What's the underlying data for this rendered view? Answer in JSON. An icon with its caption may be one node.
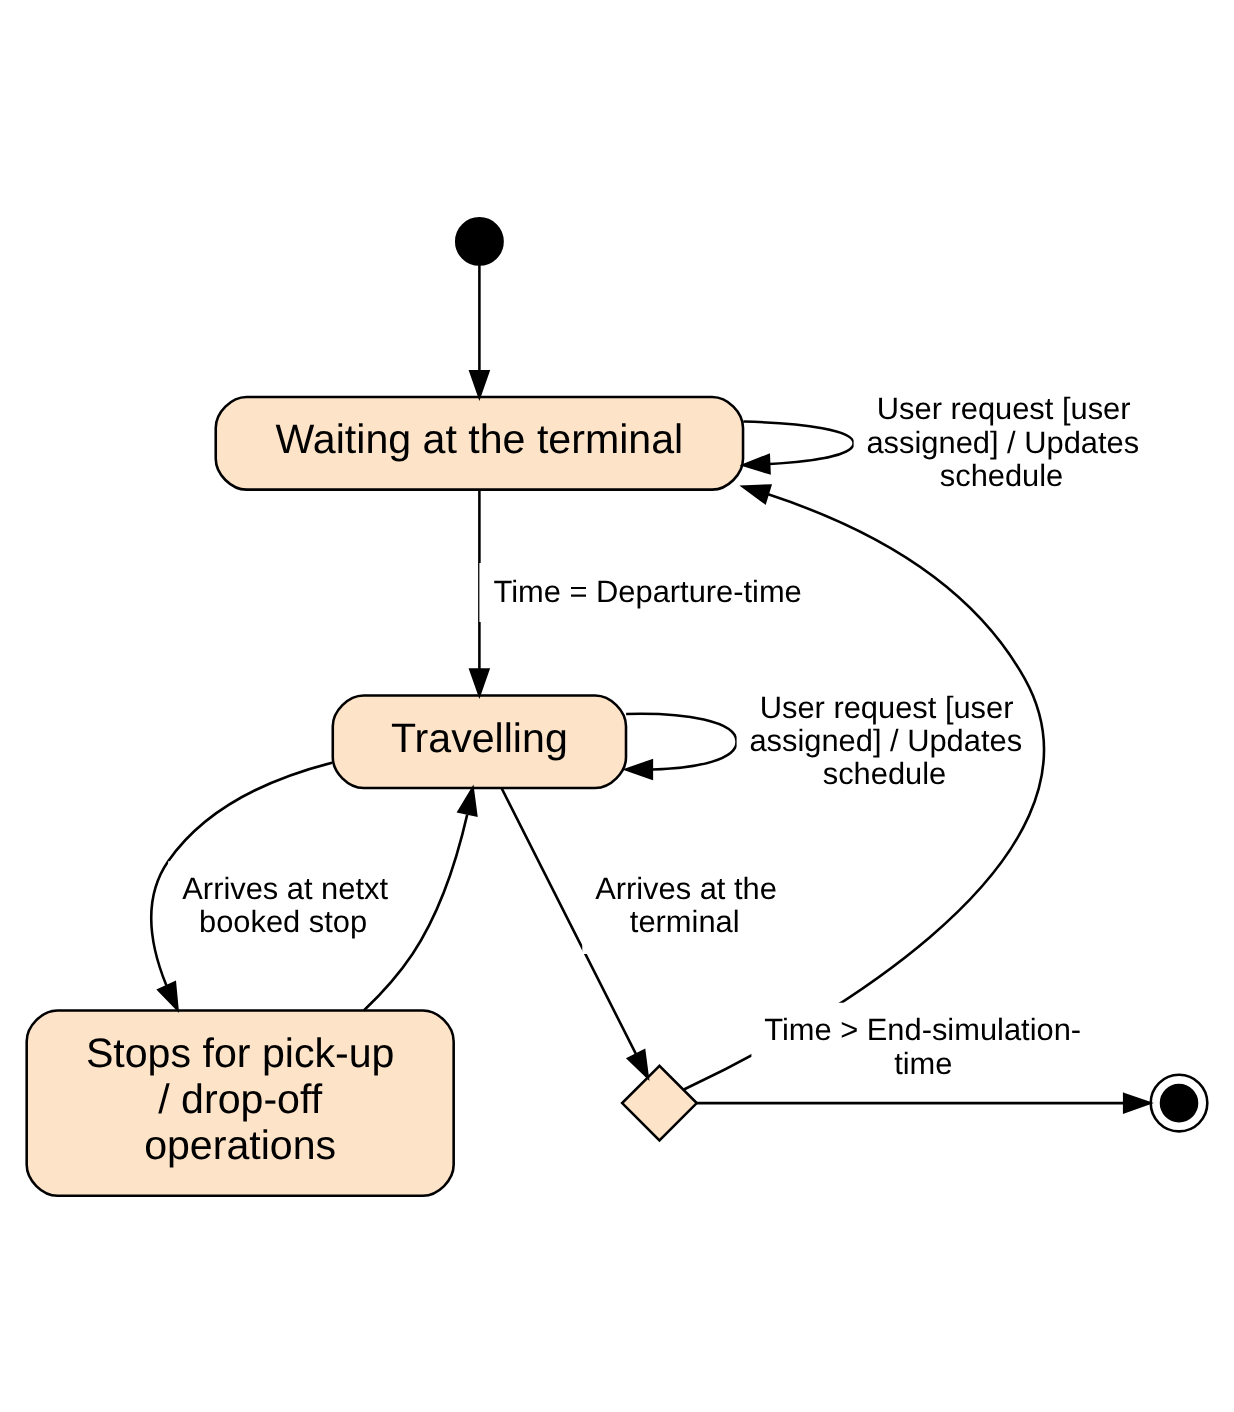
{
  "diagram": {
    "nodes": [
      {
        "text": [],
        "shape": "dot"
      },
      {
        "text": [
          "Waiting at the terminal"
        ]
      },
      {
        "text": [
          "Travelling"
        ]
      },
      {
        "text": [
          "Stops for pick-up / drop-off operations"
        ]
      },
      {
        "text": [],
        "shape": "diamond"
      },
      {
        "text": [],
        "shape": "bullseye"
      }
    ],
    "edges": [
      {
        "from": 0,
        "to": 1,
        "arrow": "to"
      },
      {
        "from": 1,
        "to": 1,
        "arrow": "to",
        "label": "User request [user assigned] / Updates schedule"
      },
      {
        "from": 1,
        "to": 2,
        "arrow": "to",
        "label": "Time = Departure-time"
      },
      {
        "from": 2,
        "to": 2,
        "arrow": "to",
        "label": "User request [user assigned] / Updates schedule"
      },
      {
        "from": 2,
        "to": 3,
        "arrow": "to",
        "label": "Arrives at netxt booked stop"
      },
      {
        "from": 3,
        "to": 2,
        "arrow": "to"
      },
      {
        "from": 2,
        "to": 4,
        "arrow": "to",
        "label": "Arrives at the terminal"
      },
      {
        "from": 4,
        "to": 1,
        "arrow": "to"
      },
      {
        "from": 4,
        "to": 5,
        "arrow": "to",
        "label": "Time > End-simulation-time"
      }
    ]
  }
}
